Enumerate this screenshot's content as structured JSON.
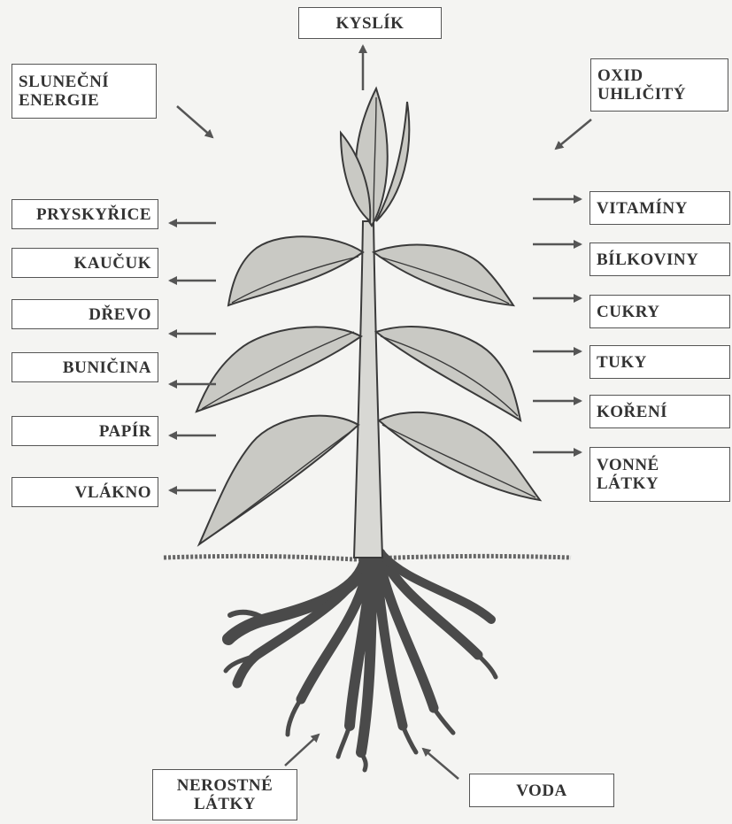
{
  "top": {
    "oxygen": "KYSLÍK"
  },
  "inputs": {
    "solar_energy": [
      "SLUNEČNÍ",
      "ENERGIE"
    ],
    "carbon_dioxide": [
      "OXID",
      "UHLIČITÝ"
    ],
    "minerals": [
      "NEROSTNÉ",
      "LÁTKY"
    ],
    "water": "VODA"
  },
  "left_products": [
    "PRYSKYŘICE",
    "KAUČUK",
    "DŘEVO",
    "BUNIČINA",
    "PAPÍR",
    "VLÁKNO"
  ],
  "right_products": [
    [
      "VITAMÍNY"
    ],
    [
      "BÍLKOVINY"
    ],
    [
      "CUKRY"
    ],
    [
      "TUKY"
    ],
    [
      "KOŘENÍ"
    ],
    [
      "VONNÉ",
      "LÁTKY"
    ]
  ],
  "colors": {
    "leaf_fill": "#c9c9c4",
    "leaf_stroke": "#3a3a3a",
    "root_fill": "#4a4a4a",
    "arrow": "#555555",
    "box_border": "#555555"
  }
}
